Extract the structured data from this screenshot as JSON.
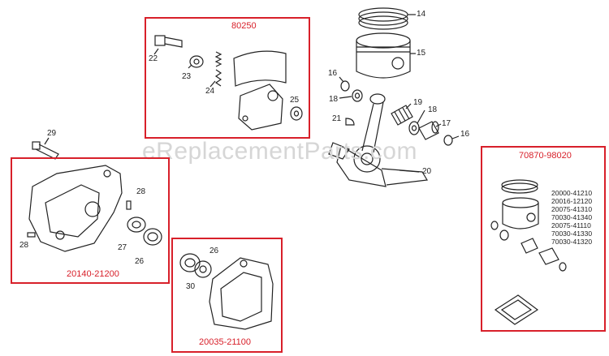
{
  "watermark": "eReplacementParts.com",
  "kits": {
    "clutch_kit": "80250",
    "crankcase_kit_a": "20140-21200",
    "crankcase_kit_b": "20035-21100",
    "piston_kit": "70870-98020"
  },
  "callouts": {
    "n14": "14",
    "n15": "15",
    "n16a": "16",
    "n16b": "16",
    "n17": "17",
    "n18a": "18",
    "n18b": "18",
    "n19": "19",
    "n20": "20",
    "n21": "21",
    "n22": "22",
    "n23": "23",
    "n24": "24",
    "n25": "25",
    "n26a": "26",
    "n26b": "26",
    "n27": "27",
    "n28a": "28",
    "n28b": "28",
    "n29": "29",
    "n30": "30"
  },
  "piston_kit_part_numbers": [
    "20000-41210",
    "20016-12120",
    "20075-41310",
    "70030-41340",
    "20075-41110",
    "70030-41330",
    "70030-41320"
  ],
  "colors": {
    "kit_box": "#d8202a",
    "line_art": "#222222",
    "watermark": "#d6d6d6"
  }
}
